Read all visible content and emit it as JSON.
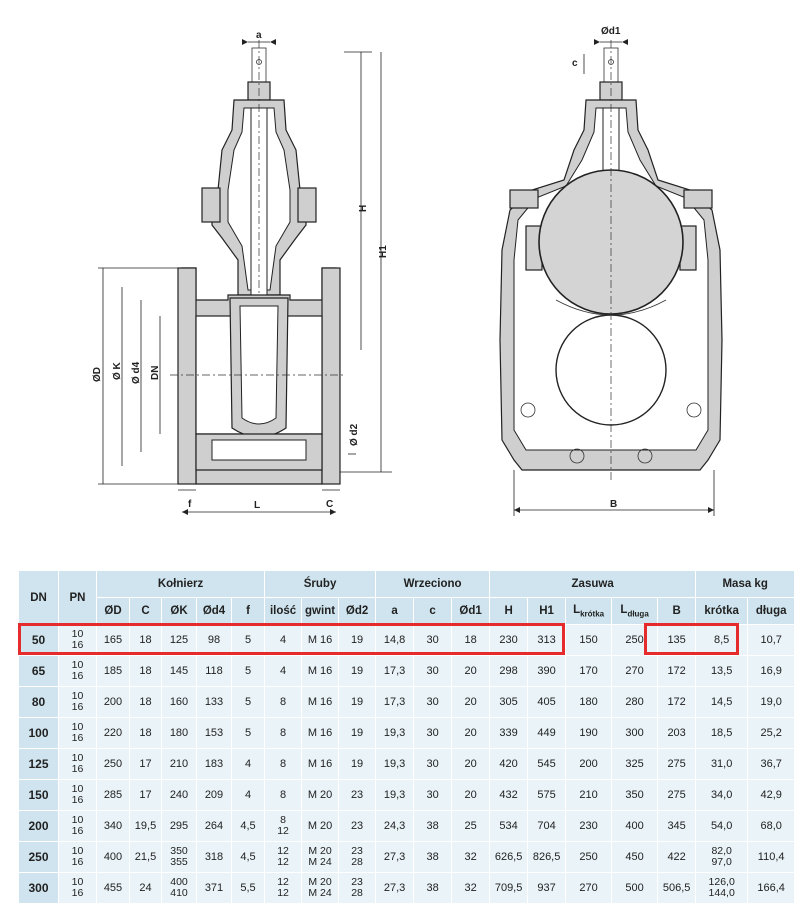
{
  "drawing": {
    "labels": {
      "a": "a",
      "d1": "Ød1",
      "c": "c",
      "H": "H",
      "H1": "H1",
      "D": "ØD",
      "K": "Ø K",
      "d4": "Ø d4",
      "DN": "DN",
      "d2": "Ø d2",
      "f": "f",
      "C": "C",
      "L": "L",
      "B": "B"
    }
  },
  "table": {
    "groups": {
      "dn": "DN",
      "pn": "PN",
      "kolnierz": "Kołnierz",
      "sruby": "Śruby",
      "wrzeciono": "Wrzeciono",
      "zasuwa": "Zasuwa",
      "masa": "Masa kg"
    },
    "subheaders": {
      "D": "ØD",
      "C": "C",
      "K": "ØK",
      "d4": "Ød4",
      "f": "f",
      "ilosc": "ilość",
      "gwint": "gwint",
      "d2": "Ød2",
      "a": "a",
      "c": "c",
      "d1": "Ød1",
      "H": "H",
      "H1": "H1",
      "Lk": "L",
      "Lk_sub": "krótka",
      "Ld": "L",
      "Ld_sub": "długa",
      "B": "B",
      "krotka": "krótka",
      "dluga": "długa"
    },
    "rows": [
      {
        "dn": "50",
        "pn": [
          "10",
          "16"
        ],
        "D": "165",
        "C": "18",
        "K": [
          "125"
        ],
        "d4": "98",
        "f": "5",
        "ilosc": [
          "4"
        ],
        "gwint": [
          "M 16"
        ],
        "d2": [
          "19"
        ],
        "a": "14,8",
        "c": "30",
        "d1": "18",
        "H": "230",
        "H1": "313",
        "Lk": "150",
        "Ld": "250",
        "B": "135",
        "mk": [
          "8,5"
        ],
        "md": "10,7"
      },
      {
        "dn": "65",
        "pn": [
          "10",
          "16"
        ],
        "D": "185",
        "C": "18",
        "K": [
          "145"
        ],
        "d4": "118",
        "f": "5",
        "ilosc": [
          "4"
        ],
        "gwint": [
          "M 16"
        ],
        "d2": [
          "19"
        ],
        "a": "17,3",
        "c": "30",
        "d1": "20",
        "H": "298",
        "H1": "390",
        "Lk": "170",
        "Ld": "270",
        "B": "172",
        "mk": [
          "13,5"
        ],
        "md": "16,9"
      },
      {
        "dn": "80",
        "pn": [
          "10",
          "16"
        ],
        "D": "200",
        "C": "18",
        "K": [
          "160"
        ],
        "d4": "133",
        "f": "5",
        "ilosc": [
          "8"
        ],
        "gwint": [
          "M 16"
        ],
        "d2": [
          "19"
        ],
        "a": "17,3",
        "c": "30",
        "d1": "20",
        "H": "305",
        "H1": "405",
        "Lk": "180",
        "Ld": "280",
        "B": "172",
        "mk": [
          "14,5"
        ],
        "md": "19,0"
      },
      {
        "dn": "100",
        "pn": [
          "10",
          "16"
        ],
        "D": "220",
        "C": "18",
        "K": [
          "180"
        ],
        "d4": "153",
        "f": "5",
        "ilosc": [
          "8"
        ],
        "gwint": [
          "M 16"
        ],
        "d2": [
          "19"
        ],
        "a": "19,3",
        "c": "30",
        "d1": "20",
        "H": "339",
        "H1": "449",
        "Lk": "190",
        "Ld": "300",
        "B": "203",
        "mk": [
          "18,5"
        ],
        "md": "25,2"
      },
      {
        "dn": "125",
        "pn": [
          "10",
          "16"
        ],
        "D": "250",
        "C": "17",
        "K": [
          "210"
        ],
        "d4": "183",
        "f": "4",
        "ilosc": [
          "8"
        ],
        "gwint": [
          "M 16"
        ],
        "d2": [
          "19"
        ],
        "a": "19,3",
        "c": "30",
        "d1": "20",
        "H": "420",
        "H1": "545",
        "Lk": "200",
        "Ld": "325",
        "B": "275",
        "mk": [
          "31,0"
        ],
        "md": "36,7"
      },
      {
        "dn": "150",
        "pn": [
          "10",
          "16"
        ],
        "D": "285",
        "C": "17",
        "K": [
          "240"
        ],
        "d4": "209",
        "f": "4",
        "ilosc": [
          "8"
        ],
        "gwint": [
          "M 20"
        ],
        "d2": [
          "23"
        ],
        "a": "19,3",
        "c": "30",
        "d1": "20",
        "H": "432",
        "H1": "575",
        "Lk": "210",
        "Ld": "350",
        "B": "275",
        "mk": [
          "34,0"
        ],
        "md": "42,9"
      },
      {
        "dn": "200",
        "pn": [
          "10",
          "16"
        ],
        "D": "340",
        "C": "19,5",
        "K": [
          "295"
        ],
        "d4": "264",
        "f": "4,5",
        "ilosc": [
          "8",
          "12"
        ],
        "gwint": [
          "M 20"
        ],
        "d2": [
          "23"
        ],
        "a": "24,3",
        "c": "38",
        "d1": "25",
        "H": "534",
        "H1": "704",
        "Lk": "230",
        "Ld": "400",
        "B": "345",
        "mk": [
          "54,0"
        ],
        "md": "68,0"
      },
      {
        "dn": "250",
        "pn": [
          "10",
          "16"
        ],
        "D": "400",
        "C": "21,5",
        "K": [
          "350",
          "355"
        ],
        "d4": "318",
        "f": "4,5",
        "ilosc": [
          "12",
          "12"
        ],
        "gwint": [
          "M 20",
          "M 24"
        ],
        "d2": [
          "23",
          "28"
        ],
        "a": "27,3",
        "c": "38",
        "d1": "32",
        "H": "626,5",
        "H1": "826,5",
        "Lk": "250",
        "Ld": "450",
        "B": "422",
        "mk": [
          "82,0",
          "97,0"
        ],
        "md": "110,4"
      },
      {
        "dn": "300",
        "pn": [
          "10",
          "16"
        ],
        "D": "455",
        "C": "24",
        "K": [
          "400",
          "410"
        ],
        "d4": "371",
        "f": "5,5",
        "ilosc": [
          "12",
          "12"
        ],
        "gwint": [
          "M 20",
          "M 24"
        ],
        "d2": [
          "23",
          "28"
        ],
        "a": "27,3",
        "c": "38",
        "d1": "32",
        "H": "709,5",
        "H1": "937",
        "Lk": "270",
        "Ld": "500",
        "B": "506,5",
        "mk": [
          "126,0",
          "144,0"
        ],
        "md": "166,4"
      }
    ]
  },
  "highlight_color": "#e52b2b"
}
